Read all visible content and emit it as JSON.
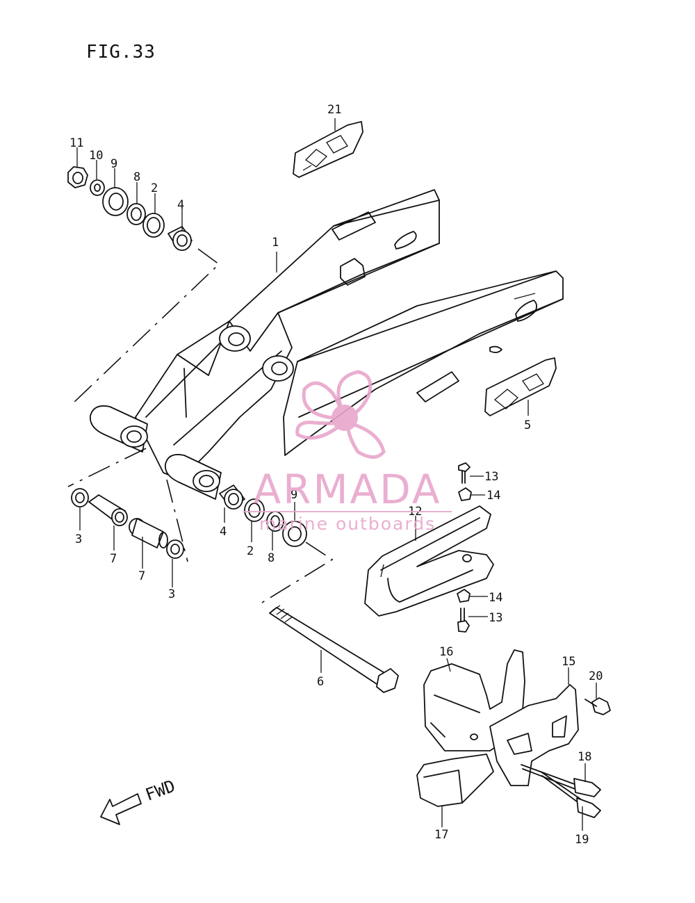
{
  "figure": {
    "title": "FIG.33",
    "direction_label": "FWD"
  },
  "callouts": [
    {
      "id": "c1",
      "label": "1"
    },
    {
      "id": "c2a",
      "label": "2"
    },
    {
      "id": "c2b",
      "label": "2"
    },
    {
      "id": "c3a",
      "label": "3"
    },
    {
      "id": "c3b",
      "label": "3"
    },
    {
      "id": "c4a",
      "label": "4"
    },
    {
      "id": "c4b",
      "label": "4"
    },
    {
      "id": "c5",
      "label": "5"
    },
    {
      "id": "c6",
      "label": "6"
    },
    {
      "id": "c7a",
      "label": "7"
    },
    {
      "id": "c7b",
      "label": "7"
    },
    {
      "id": "c8a",
      "label": "8"
    },
    {
      "id": "c8b",
      "label": "8"
    },
    {
      "id": "c9a",
      "label": "9"
    },
    {
      "id": "c9b",
      "label": "9"
    },
    {
      "id": "c10",
      "label": "10"
    },
    {
      "id": "c11",
      "label": "11"
    },
    {
      "id": "c12",
      "label": "12"
    },
    {
      "id": "c13a",
      "label": "13"
    },
    {
      "id": "c13b",
      "label": "13"
    },
    {
      "id": "c14a",
      "label": "14"
    },
    {
      "id": "c14b",
      "label": "14"
    },
    {
      "id": "c15",
      "label": "15"
    },
    {
      "id": "c16",
      "label": "16"
    },
    {
      "id": "c17",
      "label": "17"
    },
    {
      "id": "c18",
      "label": "18"
    },
    {
      "id": "c19",
      "label": "19"
    },
    {
      "id": "c20",
      "label": "20"
    },
    {
      "id": "c21",
      "label": "21"
    }
  ],
  "watermark": {
    "brand": "ARMADA",
    "tagline": "marine outboards",
    "color": "#e8a6cc"
  }
}
